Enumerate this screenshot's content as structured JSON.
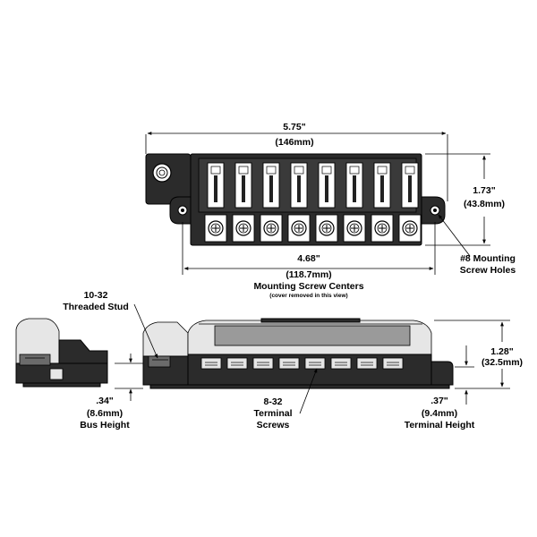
{
  "top_view": {
    "width_in": "5.75\"",
    "width_mm": "(146mm)",
    "height_in": "1.73\"",
    "height_mm": "(43.8mm)",
    "screw_span_in": "4.68\"",
    "screw_span_mm": "(118.7mm)",
    "screw_span_label": "Mounting Screw Centers",
    "cover_note": "(cover removed in this view)",
    "mount_holes_line1": "#8 Mounting",
    "mount_holes_line2": "Screw Holes",
    "fuse_count": 8
  },
  "side_view": {
    "stud_line1": "10-32",
    "stud_line2": "Threaded Stud",
    "overall_height_in": "1.28\"",
    "overall_height_mm": "(32.5mm)",
    "bus_height_in": ".34\"",
    "bus_height_mm": "(8.6mm)",
    "bus_height_label": "Bus Height",
    "terminal_screws_line1": "8-32",
    "terminal_screws_line2": "Terminal",
    "terminal_screws_line3": "Screws",
    "terminal_height_in": ".37\"",
    "terminal_height_mm": "(9.4mm)",
    "terminal_height_label": "Terminal Height"
  },
  "colors": {
    "line": "#000000",
    "body_dark": "#2b2b2b",
    "body_mid": "#6b6b6b",
    "background": "#ffffff"
  }
}
